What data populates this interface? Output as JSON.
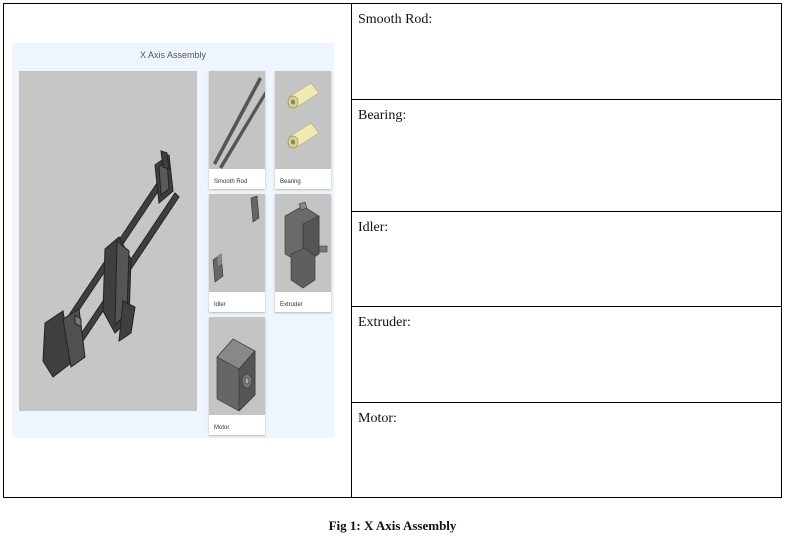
{
  "figure": {
    "title": "X Axis Assembly",
    "parts": [
      {
        "label": "Smooth Rod",
        "icon": "smooth-rod-icon"
      },
      {
        "label": "Bearing",
        "icon": "bearing-icon"
      },
      {
        "label": "Idler",
        "icon": "idler-icon"
      },
      {
        "label": "Extruder",
        "icon": "extruder-icon"
      },
      {
        "label": "Motor",
        "icon": "motor-icon"
      }
    ]
  },
  "rows": [
    {
      "label": "Smooth Rod:"
    },
    {
      "label": "Bearing:"
    },
    {
      "label": "Idler:"
    },
    {
      "label": "Extruder:"
    },
    {
      "label": "Motor:"
    }
  ],
  "caption": "Fig 1: X Axis Assembly"
}
